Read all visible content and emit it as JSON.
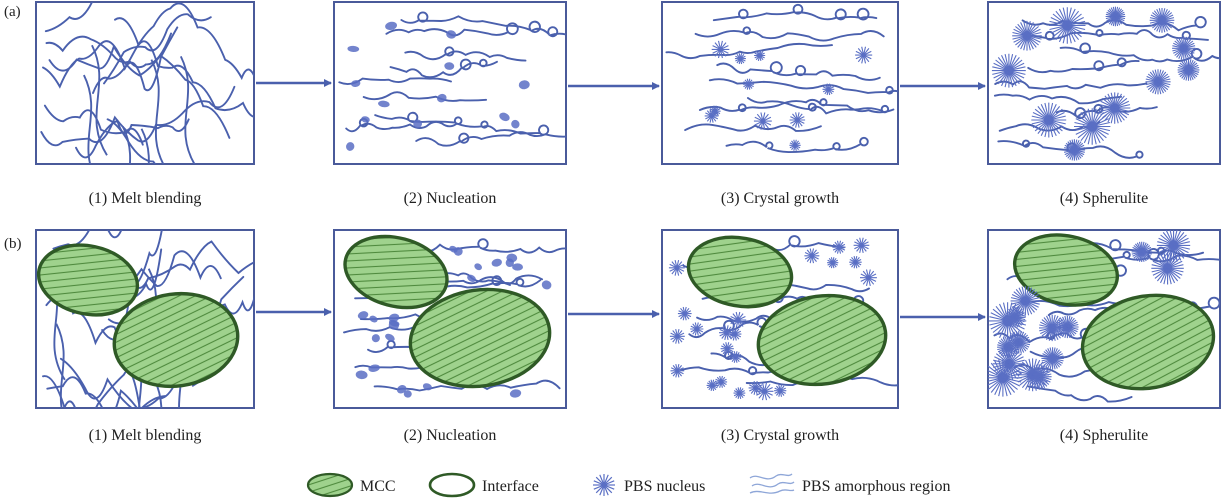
{
  "rows": [
    {
      "label": "(a)",
      "has_mcc": false,
      "panels": [
        {
          "caption": "(1) Melt blending",
          "stage": "blend"
        },
        {
          "caption": "(2) Nucleation",
          "stage": "nucleation"
        },
        {
          "caption": "(3) Crystal growth",
          "stage": "growth"
        },
        {
          "caption": "(4) Spherulite",
          "stage": "spherulite"
        }
      ]
    },
    {
      "label": "(b)",
      "has_mcc": true,
      "panels": [
        {
          "caption": "(1) Melt blending",
          "stage": "blend"
        },
        {
          "caption": "(2) Nucleation",
          "stage": "nucleation"
        },
        {
          "caption": "(3) Crystal growth",
          "stage": "growth"
        },
        {
          "caption": "(4) Spherulite",
          "stage": "spherulite"
        }
      ]
    }
  ],
  "legend": [
    {
      "key": "mcc",
      "label": "MCC"
    },
    {
      "key": "interface",
      "label": "Interface"
    },
    {
      "key": "nucleus",
      "label": "PBS nucleus"
    },
    {
      "key": "amorphous",
      "label": "PBS amorphous region"
    }
  ],
  "colors": {
    "chain": "#4a60ad",
    "frame": "#4a5a9a",
    "arrow": "#4a60ad",
    "mcc_fill": "#9fd28d",
    "mcc_stripe": "#4f8a3e",
    "interface": "#2f5a26",
    "nucleus": "#5a6fc4",
    "text": "#222222"
  }
}
